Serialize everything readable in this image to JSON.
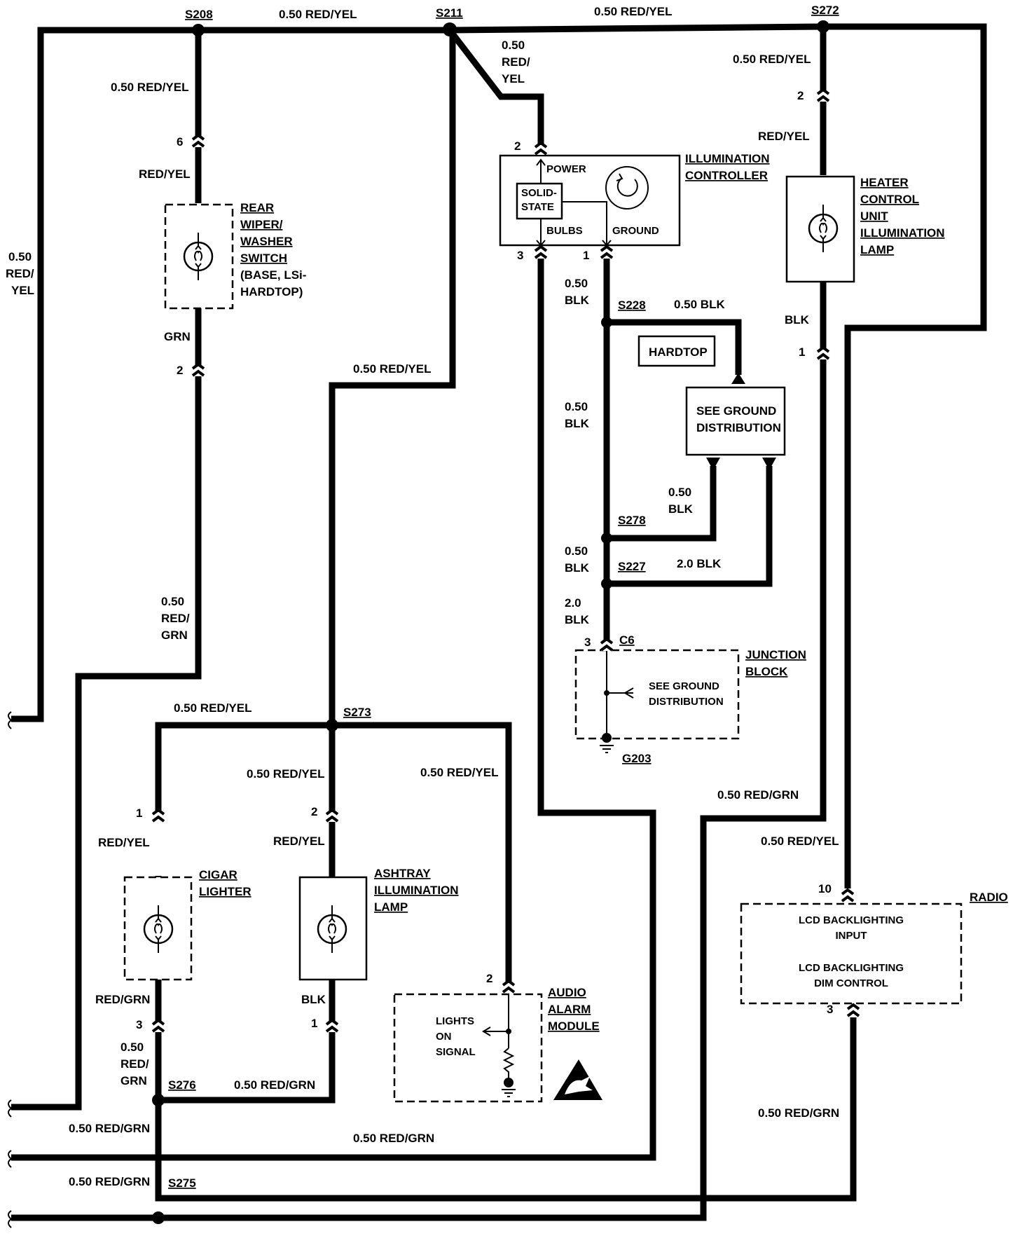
{
  "splices": {
    "s208": "S208",
    "s211": "S211",
    "s272": "S272",
    "s228": "S228",
    "s278": "S278",
    "s227": "S227",
    "c6": "C6",
    "g203": "G203",
    "s273": "S273",
    "s276": "S276",
    "s275": "S275"
  },
  "wire_labels": {
    "top_s208_s211": "0.50 RED/YEL",
    "top_s211_s272": "0.50 RED/YEL",
    "s208_down": "0.50 RED/YEL",
    "rear_wiper_in": "RED/YEL",
    "rear_wiper_out": "GRN",
    "left_vertical": [
      "0.50",
      "RED/",
      "YEL"
    ],
    "redgrn_mid": [
      "0.50",
      "RED/",
      "GRN"
    ],
    "s211_branch": [
      "0.50",
      "RED/",
      "YEL"
    ],
    "s211_down": "0.50 RED/YEL",
    "s272_down": "0.50 RED/YEL",
    "heater_in": "RED/YEL",
    "heater_out": "BLK",
    "ctrl_ground_1": [
      "0.50",
      "BLK"
    ],
    "s228_right": "0.50 BLK",
    "ctrl_ground_2": [
      "0.50",
      "BLK"
    ],
    "gd_s278": [
      "0.50",
      "BLK"
    ],
    "s278_down": [
      "0.50",
      "BLK"
    ],
    "s227_right": "2.0 BLK",
    "s227_down": [
      "2.0",
      "BLK"
    ],
    "s273_left": "0.50 RED/YEL",
    "s273_down": "0.50 RED/YEL",
    "s273_right": "0.50 RED/YEL",
    "cigar_in": "RED/YEL",
    "cigar_out": "RED/GRN",
    "cigar_s276": [
      "0.50",
      "RED/",
      "GRN"
    ],
    "ashtray_in": "RED/YEL",
    "ashtray_out": "BLK",
    "s276_right": "0.50 RED/GRN",
    "bottom_left_1": "0.50 RED/GRN",
    "bottom_mid": "0.50 RED/GRN",
    "bottom_left_2": "0.50 RED/GRN",
    "heater_redgrn": "0.50 RED/GRN",
    "radio_in": "0.50 RED/YEL",
    "radio_out": "0.50 RED/GRN"
  },
  "pins": {
    "rw_in": "6",
    "rw_out": "2",
    "ctrl_power": "2",
    "ctrl_bulbs": "3",
    "ctrl_ground": "1",
    "heater_in": "2",
    "heater_out": "1",
    "jb": "3",
    "cigar_in": "1",
    "cigar_out": "3",
    "ashtray_in": "2",
    "ashtray_out": "1",
    "audio": "2",
    "radio_in": "10",
    "radio_out": "3"
  },
  "components": {
    "rear_wiper": {
      "title": [
        "REAR",
        "WIPER/",
        "WASHER",
        "SWITCH"
      ],
      "note": [
        "(BASE, LSi-",
        "HARDTOP)"
      ]
    },
    "illum_controller": {
      "title": [
        "ILLUMINATION",
        "CONTROLLER"
      ],
      "power": "POWER",
      "solid_state": [
        "SOLID-",
        "STATE"
      ],
      "bulbs": "BULBS",
      "ground": "GROUND"
    },
    "heater_lamp": {
      "title": [
        "HEATER",
        "CONTROL",
        "UNIT",
        "ILLUMINATION",
        "LAMP"
      ]
    },
    "hardtop": "HARDTOP",
    "ground_dist": [
      "SEE GROUND",
      "DISTRIBUTION"
    ],
    "junction_block": {
      "title": [
        "JUNCTION",
        "BLOCK"
      ],
      "note": [
        "SEE GROUND",
        "DISTRIBUTION"
      ]
    },
    "cigar_lighter": {
      "title": [
        "CIGAR",
        "LIGHTER"
      ]
    },
    "ashtray_lamp": {
      "title": [
        "ASHTRAY",
        "ILLUMINATION",
        "LAMP"
      ]
    },
    "audio_alarm": {
      "title": [
        "AUDIO",
        "ALARM",
        "MODULE"
      ],
      "signal": [
        "LIGHTS",
        "ON",
        "SIGNAL"
      ]
    },
    "radio": {
      "title": "RADIO",
      "line1": [
        "LCD BACKLIGHTING",
        "INPUT"
      ],
      "line2": [
        "LCD BACKLIGHTING",
        "DIM CONTROL"
      ]
    }
  },
  "icons": [
    "lamp-icon",
    "esd-warning-icon",
    "ground-symbol-icon",
    "connector-icon",
    "motor-icon"
  ]
}
